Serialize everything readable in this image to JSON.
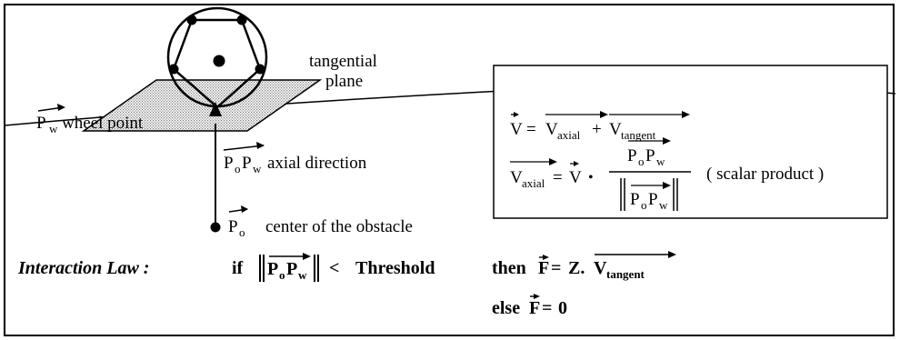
{
  "diagram": {
    "labels": {
      "tangential_line1": "tangential",
      "tangential_line2": "plane",
      "p_w_letter": "P",
      "p_w_sub": "w",
      "wheel_point": "wheel point",
      "axial_P1": "P",
      "axial_sub_o": "o",
      "axial_P2": "P",
      "axial_sub_w": "w",
      "axial_direction": "axial direction",
      "p_o_letter": "P",
      "p_o_sub": "o",
      "center_obstacle": "center of the obstacle"
    },
    "formula_box": {
      "line1": {
        "V": "V",
        "eq": "=",
        "V_axial": "V",
        "sub_axial": "axial",
        "plus": "+",
        "V_tangent": "V",
        "sub_tangent": "tangent"
      },
      "line2": {
        "V_axial": "V",
        "sub_axial": "axial",
        "eq": "=",
        "V": "V",
        "dot": "•",
        "num_P1": "P",
        "num_sub_o": "o",
        "num_P2": "P",
        "num_sub_w": "w",
        "den_P1": "P",
        "den_sub_o": "o",
        "den_P2": "P",
        "den_sub_w": "w",
        "note": "( scalar product )"
      }
    },
    "interaction": {
      "title": "Interaction Law :",
      "if": "if",
      "P1": "P",
      "sub_o": "o",
      "P2": "P",
      "sub_w": "w",
      "less": "<",
      "threshold": "Threshold",
      "then": "then",
      "F": "F",
      "eq": "=",
      "Z": "Z.",
      "V": "V",
      "sub_tangent": "tangent",
      "else": "else",
      "F2": "F",
      "eq2": "=",
      "zero": "0"
    }
  }
}
